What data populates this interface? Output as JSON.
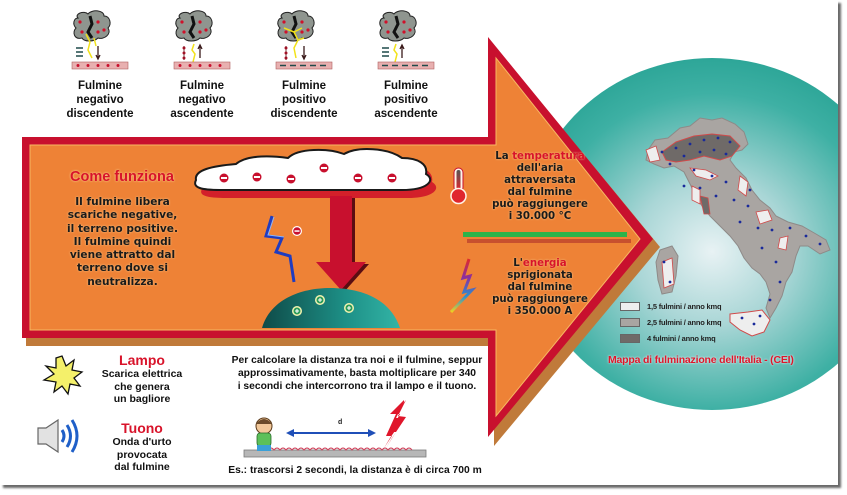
{
  "lightning_types": [
    {
      "label_lines": [
        "Fulmine",
        "negativo",
        "discendente"
      ],
      "icon": "cloud-lightning-negative-descending-icon"
    },
    {
      "label_lines": [
        "Fulmine",
        "negativo",
        "ascendente"
      ],
      "icon": "cloud-lightning-negative-ascending-icon"
    },
    {
      "label_lines": [
        "Fulmine",
        "positivo",
        "discendente"
      ],
      "icon": "cloud-lightning-positive-descending-icon"
    },
    {
      "label_lines": [
        "Fulmine",
        "positivo",
        "ascendente"
      ],
      "icon": "cloud-lightning-positive-ascending-icon"
    }
  ],
  "how_it_works": {
    "title": "Come funziona",
    "text_lines": [
      "Il fulmine libera",
      "scariche negative,",
      "il terreno positive.",
      "Il fulmine quindi",
      "viene attratto dal",
      "terreno dove si",
      "neutralizza."
    ],
    "cloud_charge_symbol": "−",
    "ground_charge_symbol": "+"
  },
  "temperature_info": {
    "prefix": "La ",
    "highlight": "temperatura",
    "lines": [
      "dell'aria",
      "attraversata",
      "dal fulmine",
      "può raggiungere",
      "i 30.000 °C"
    ]
  },
  "energy_info": {
    "prefix": "L'",
    "highlight": "energia",
    "lines": [
      "sprigionata",
      "dal fulmine",
      "può raggiungere",
      "i 350.000 A"
    ]
  },
  "map": {
    "legend": [
      {
        "label": "1,5 fulmini / anno kmq",
        "color": "#eeeeee"
      },
      {
        "label": "2,5 fulmini / anno kmq",
        "color": "#a9a5a2"
      },
      {
        "label": "4 fulmini / anno kmq",
        "color": "#6f6a68"
      }
    ],
    "caption": "Mappa di fulminazione dell'Italia - (CEI)"
  },
  "definitions": [
    {
      "title": "Lampo",
      "lines": [
        "Scarica elettrica",
        "che genera",
        "un bagliore"
      ],
      "icon": "flash-burst-icon"
    },
    {
      "title": "Tuono",
      "lines": [
        "Onda d'urto",
        "provocata",
        "dal fulmine"
      ],
      "icon": "speaker-sound-icon"
    }
  ],
  "distance": {
    "text_lines": [
      "Per calcolare la distanza tra noi e il fulmine, seppur",
      "approssimativamente, basta moltiplicare per 340",
      "i secondi che intercorrono tra il lampo e il tuono."
    ],
    "distance_label": "d",
    "multiplier": 340,
    "example": "Es.: trascorsi 2 secondi, la distanza è di circa 700 m"
  },
  "colors": {
    "arrow_orange": "#ee8236",
    "arrow_red_border": "#c8102e",
    "arrow_shadow": "#c07a3a",
    "globe_teal": "#2fa89c",
    "highlight_red": "#d8132a",
    "divider_green": "#2db34a"
  }
}
